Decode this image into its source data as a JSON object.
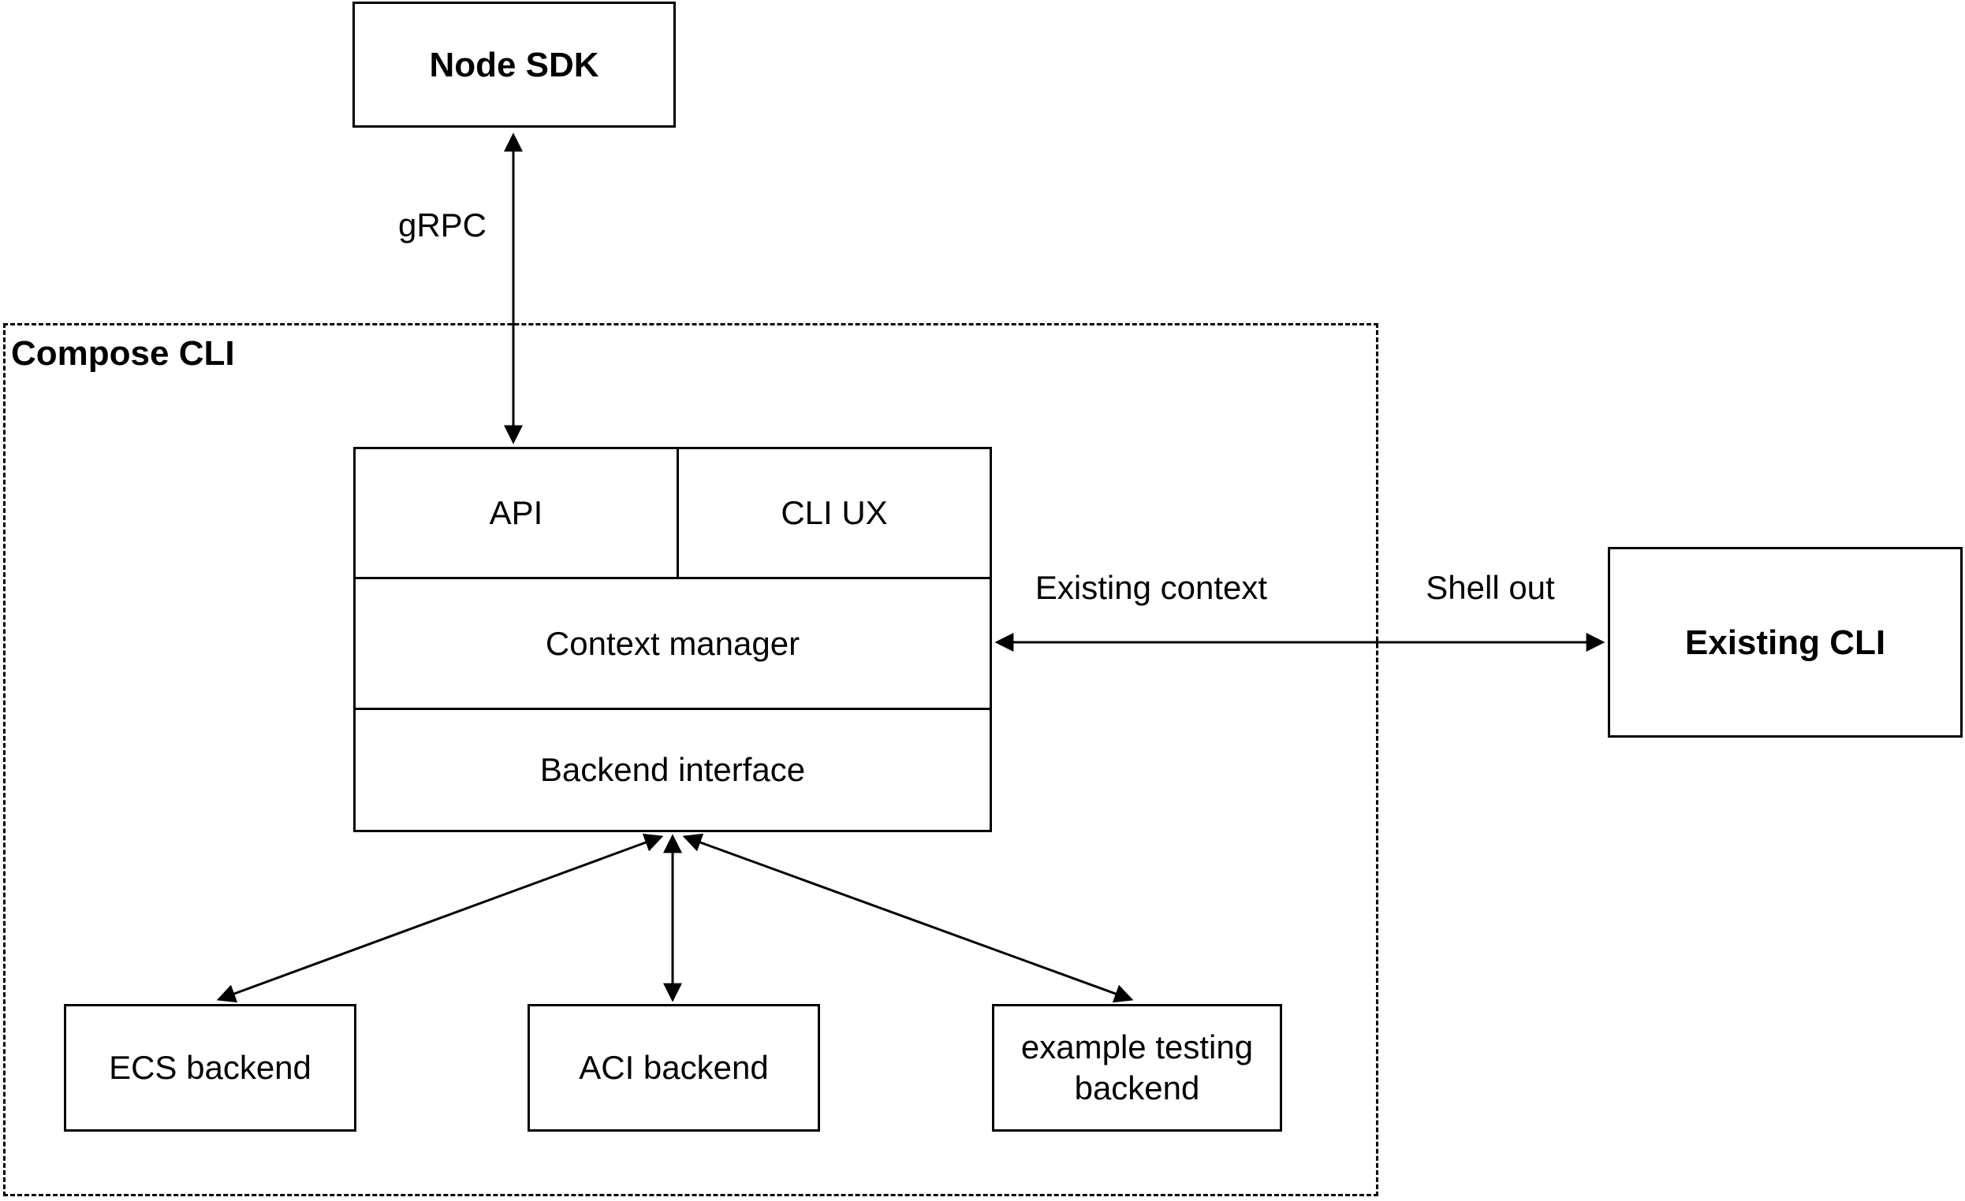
{
  "diagram": {
    "container": {
      "label": "Compose CLI"
    },
    "nodes": {
      "node_sdk": {
        "label": "Node SDK"
      },
      "api": {
        "label": "API"
      },
      "cli_ux": {
        "label": "CLI UX"
      },
      "context_manager": {
        "label": "Context manager"
      },
      "backend_interface": {
        "label": "Backend interface"
      },
      "existing_cli": {
        "label": "Existing CLI"
      },
      "ecs_backend": {
        "label": "ECS backend"
      },
      "aci_backend": {
        "label": "ACI backend"
      },
      "example_testing_backend": {
        "label": "example testing backend"
      }
    },
    "edge_labels": {
      "grpc": "gRPC",
      "existing_context": "Existing context",
      "shell_out": "Shell out"
    },
    "colors": {
      "stroke": "#000000",
      "background": "#ffffff"
    }
  }
}
